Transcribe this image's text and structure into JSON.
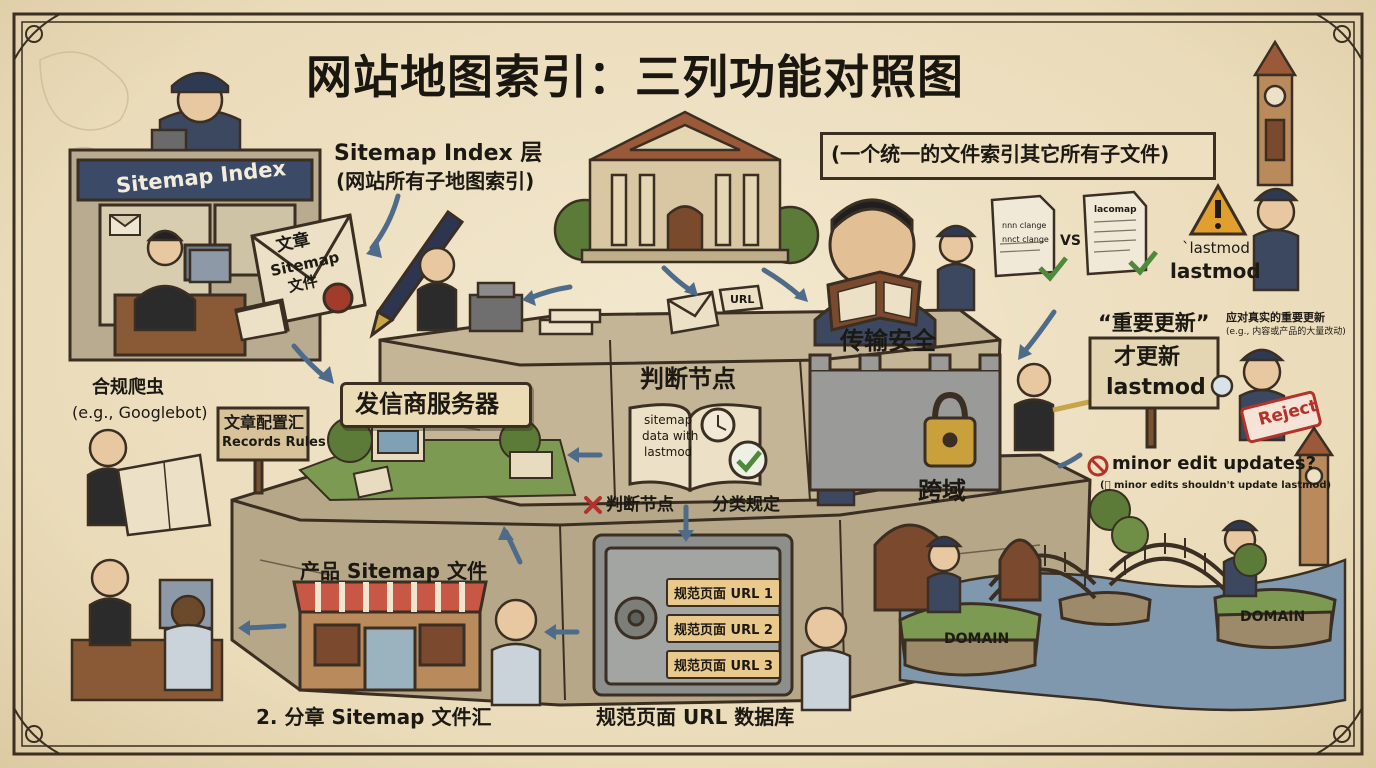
{
  "title": "网站地图索引：三列功能对照图",
  "sitemap_index": {
    "sign": "Sitemap Index",
    "layer_title": "Sitemap Index 层",
    "layer_subtitle": "(网站所有子地图索引)",
    "banner": "(一个统一的文件索引其它所有子文件)"
  },
  "envelope": {
    "line1": "文章",
    "line2": "Sitemap",
    "line3": "文件"
  },
  "compliance": {
    "label": "合规爬虫",
    "example": "(e.g., Googlebot)",
    "sign_line1": "文章配置汇",
    "sign_line2": "Records Rules"
  },
  "sections": {
    "sender_server": "发信商服务器",
    "decision_node": "判断节点",
    "transport_security": "传输安全",
    "cross_domain": "跨域"
  },
  "book": {
    "line1": "sitemap",
    "line2": "data with",
    "line3": "lastmod"
  },
  "rules_row": {
    "x_label": "判断节点",
    "right_label": "分类规定"
  },
  "url_tag": "URL",
  "compare": {
    "doc_left_line1": "nnn clange",
    "doc_left_line2": "nnct clange",
    "vs": "VS",
    "doc_right_title": "lacomap",
    "lastmod_small": "`lastmod",
    "lastmod_big": "lastmod"
  },
  "important_update": {
    "quote": "“重要更新”",
    "side_note": "应对真实的重要更新",
    "side_example": "(e.g., 内容或产品的大量改动)",
    "sign_line1": "才更新",
    "sign_line2": "lastmod",
    "reject": "Reject"
  },
  "minor_edit": {
    "question": "minor edit updates?",
    "note": "(⃠ minor edits shouldn't update lastmod)"
  },
  "product_sitemap": {
    "label": "产品 Sitemap 文件"
  },
  "chapter_sitemap": {
    "label": "2. 分章 Sitemap 文件汇"
  },
  "vault": {
    "urls": [
      "规范页面 URL 1",
      "规范页面 URL 2",
      "规范页面 URL 3"
    ],
    "label": "规范页面 URL 数据库"
  },
  "domains": [
    "DOMAIN",
    "DOMAIN"
  ],
  "colors": {
    "parchment": "#efe3c8",
    "ink": "#1e1a14",
    "stone": "#b9ab8e",
    "grass": "#6f8f47",
    "water": "#7f98ad",
    "uniform": "#3b4860",
    "reject_red": "#b3322a",
    "url_tag": "#e9c98c"
  }
}
